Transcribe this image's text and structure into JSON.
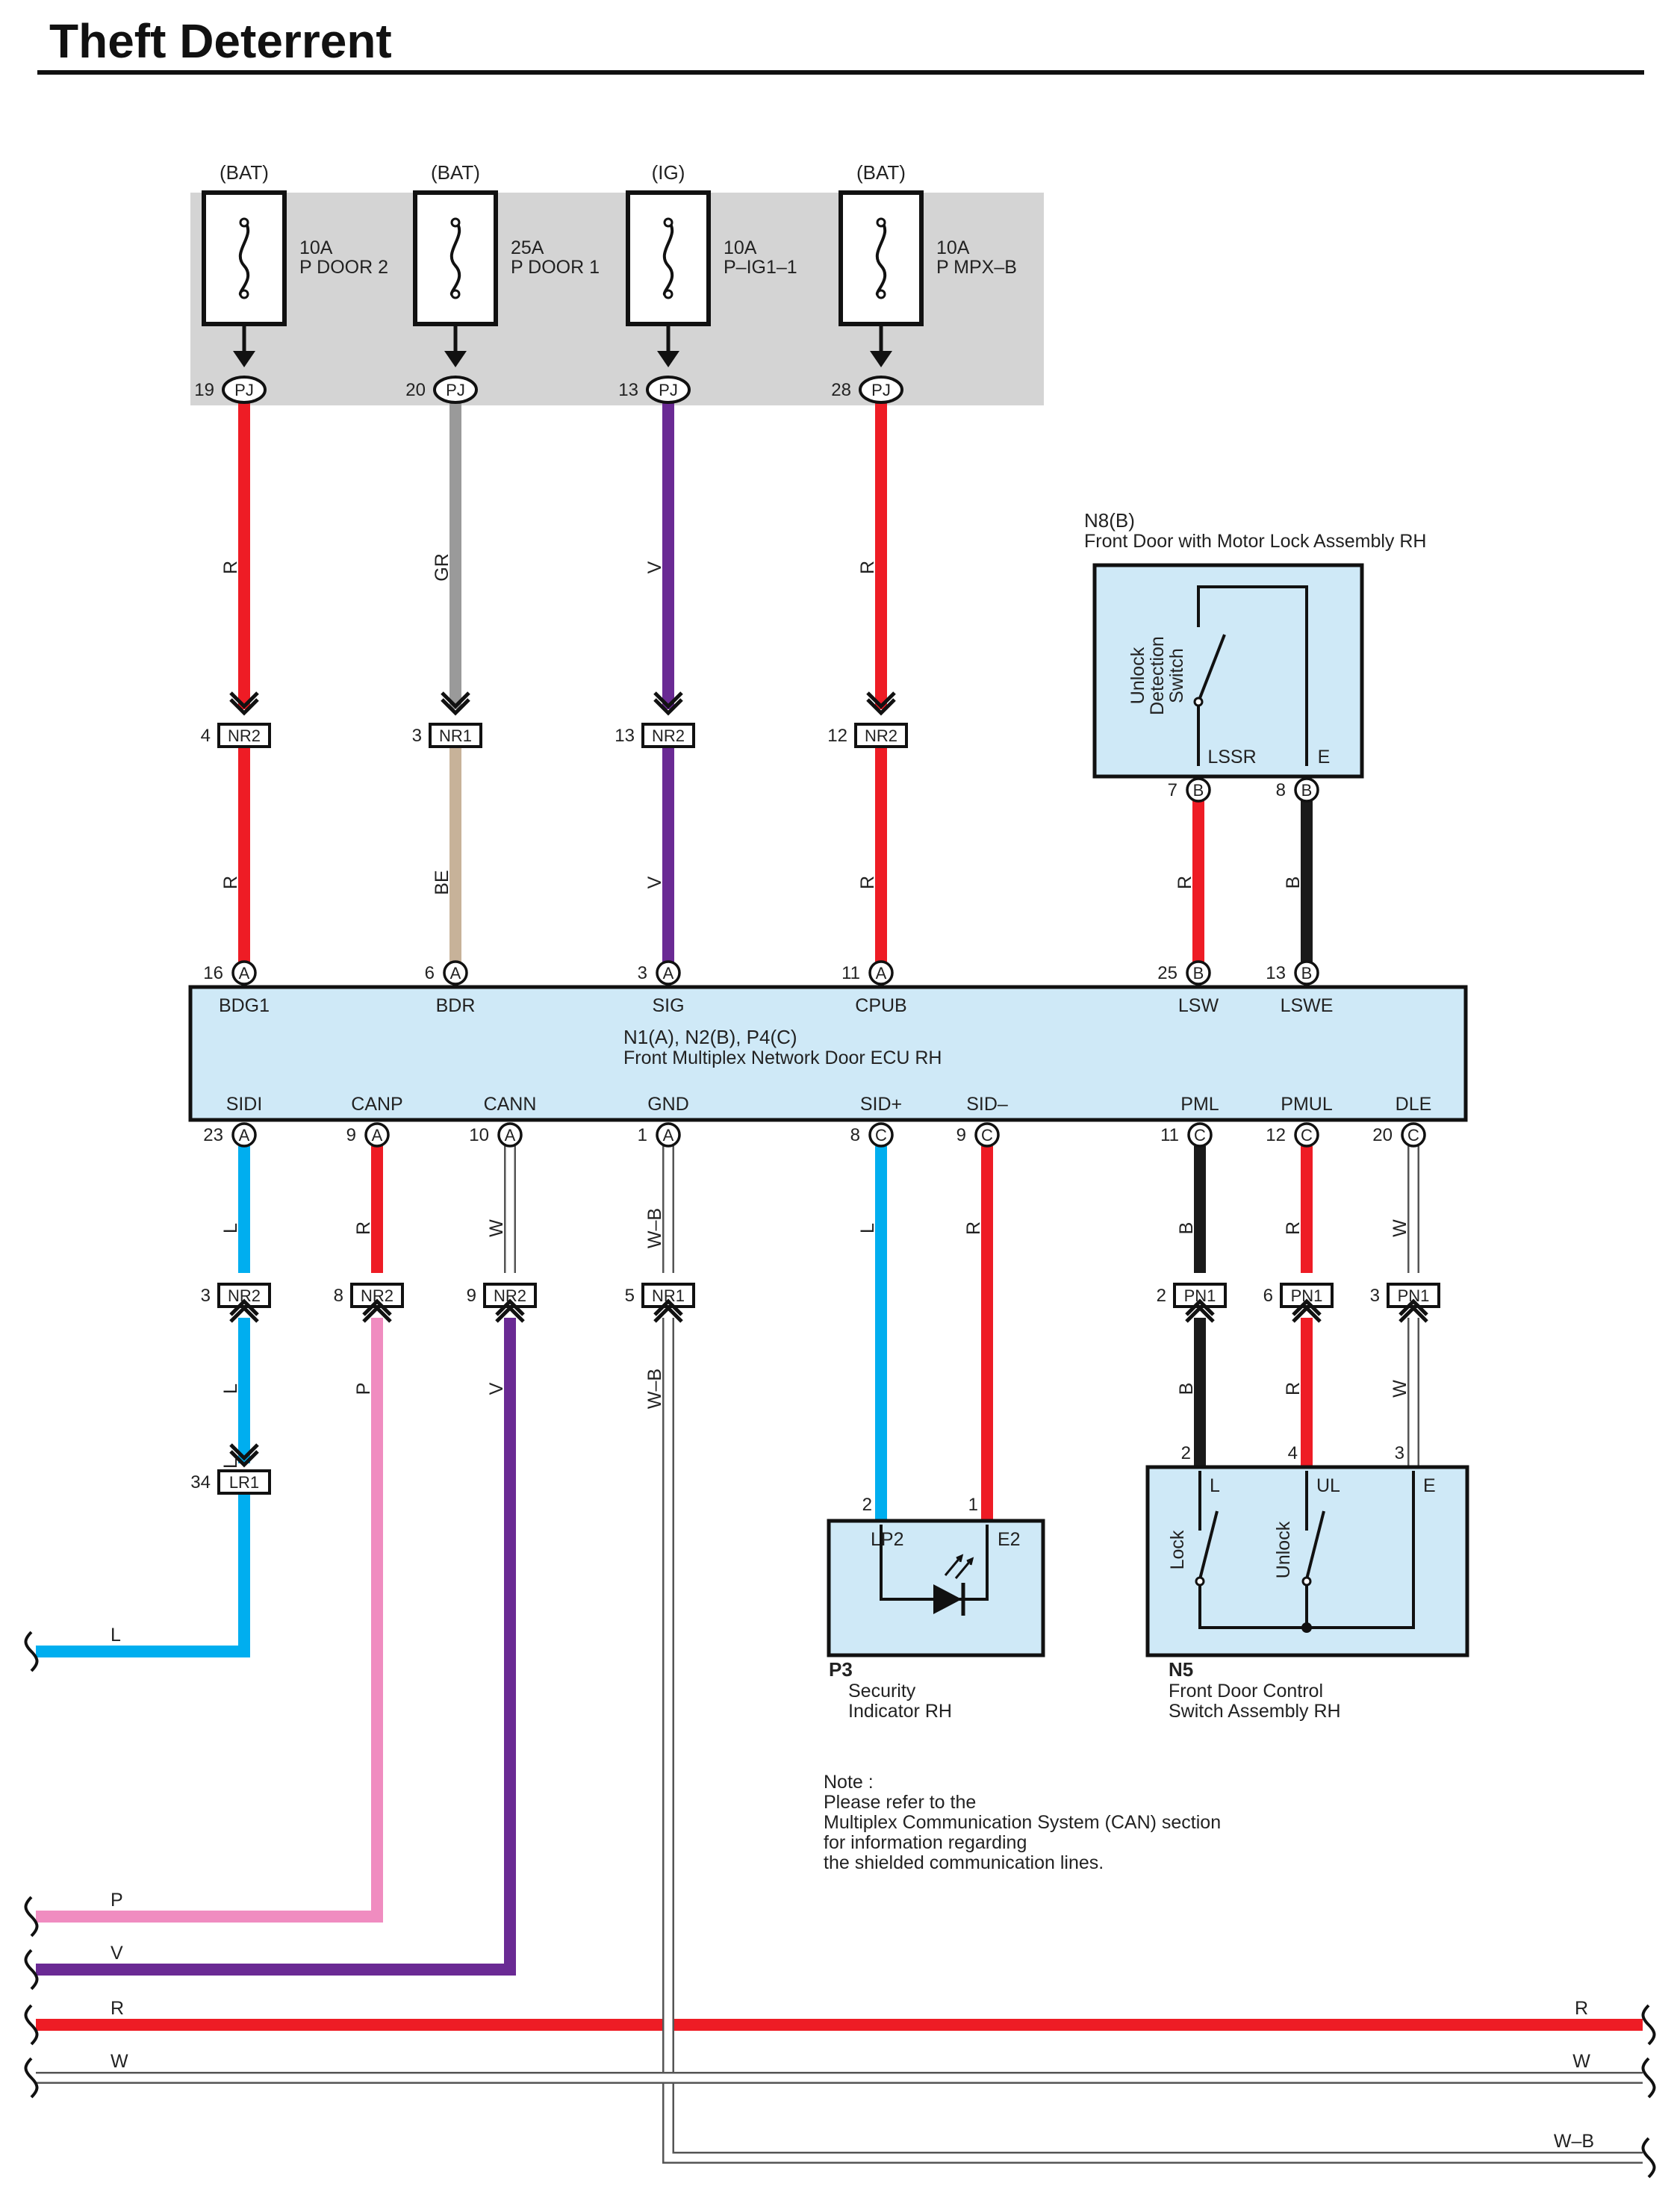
{
  "title": "Theft Deterrent",
  "colors": {
    "R": "#ee1c25",
    "GR": "#9a9a9a",
    "V": "#6a2a94",
    "BE": "#c7b299",
    "L": "#00aeef",
    "P": "#f08cc0",
    "B": "#1a1a1a",
    "W": "#ffffff",
    "W-B": "#ffffff",
    "ecu_fill": "#cfe9f7",
    "fuse_area": "#d4d4d4"
  },
  "fuses": [
    {
      "source": "(BAT)",
      "amp": "10A",
      "name": "P DOOR 2",
      "pin": "19",
      "conn": "PJ"
    },
    {
      "source": "(BAT)",
      "amp": "25A",
      "name": "P DOOR 1",
      "pin": "20",
      "conn": "PJ"
    },
    {
      "source": "(IG)",
      "amp": "10A",
      "name": "P–IG1–1",
      "pin": "13",
      "conn": "PJ"
    },
    {
      "source": "(BAT)",
      "amp": "10A",
      "name": "P MPX–B",
      "pin": "28",
      "conn": "PJ"
    }
  ],
  "upper_wires": [
    {
      "color": "R",
      "label": "R",
      "mid_pin": "4",
      "mid_conn": "NR2",
      "lower_color": "R",
      "lower_label": "R",
      "ecu_pin": "16",
      "ecu_conn": "A",
      "terminal": "BDG1"
    },
    {
      "color": "GR",
      "label": "GR",
      "mid_pin": "3",
      "mid_conn": "NR1",
      "lower_color": "BE",
      "lower_label": "BE",
      "ecu_pin": "6",
      "ecu_conn": "A",
      "terminal": "BDR"
    },
    {
      "color": "V",
      "label": "V",
      "mid_pin": "13",
      "mid_conn": "NR2",
      "lower_color": "V",
      "lower_label": "V",
      "ecu_pin": "3",
      "ecu_conn": "A",
      "terminal": "SIG"
    },
    {
      "color": "R",
      "label": "R",
      "mid_pin": "12",
      "mid_conn": "NR2",
      "lower_color": "R",
      "lower_label": "R",
      "ecu_pin": "11",
      "ecu_conn": "A",
      "terminal": "CPUB"
    }
  ],
  "n8": {
    "code": "N8(B)",
    "name": "Front Door with Motor Lock Assembly RH",
    "switch_label": [
      "Unlock",
      "Detection",
      "Switch"
    ],
    "terminals": [
      "LSSR",
      "E"
    ],
    "pins": [
      {
        "pin": "7",
        "conn": "B",
        "color": "R",
        "label": "R",
        "ecu_pin": "25",
        "ecu_conn": "B",
        "terminal": "LSW"
      },
      {
        "pin": "8",
        "conn": "B",
        "color": "B",
        "label": "B",
        "ecu_pin": "13",
        "ecu_conn": "B",
        "terminal": "LSWE"
      }
    ]
  },
  "ecu": {
    "code": "N1(A), N2(B), P4(C)",
    "name": "Front Multiplex Network Door ECU RH"
  },
  "ecu_bottom": [
    {
      "terminal": "SIDI",
      "pin": "23",
      "conn": "A",
      "color": "L",
      "label": "L",
      "mid_pin": "3",
      "mid_conn": "NR2",
      "lower_color": "L",
      "lower_label": "L"
    },
    {
      "terminal": "CANP",
      "pin": "9",
      "conn": "A",
      "color": "R",
      "label": "R",
      "mid_pin": "8",
      "mid_conn": "NR2",
      "lower_color": "P",
      "lower_label": "P"
    },
    {
      "terminal": "CANN",
      "pin": "10",
      "conn": "A",
      "color": "W",
      "label": "W",
      "mid_pin": "9",
      "mid_conn": "NR2",
      "lower_color": "V",
      "lower_label": "V"
    },
    {
      "terminal": "GND",
      "pin": "1",
      "conn": "A",
      "color": "W-B",
      "label": "W–B",
      "mid_pin": "5",
      "mid_conn": "NR1",
      "lower_color": "W-B",
      "lower_label": "W–B"
    },
    {
      "terminal": "SID+",
      "pin": "8",
      "conn": "C",
      "color": "L",
      "label": "L"
    },
    {
      "terminal": "SID–",
      "pin": "9",
      "conn": "C",
      "color": "R",
      "label": "R"
    },
    {
      "terminal": "PML",
      "pin": "11",
      "conn": "C",
      "color": "B",
      "label": "B",
      "mid_pin": "2",
      "mid_conn": "PN1",
      "lower_color": "B",
      "lower_label": "B"
    },
    {
      "terminal": "PMUL",
      "pin": "12",
      "conn": "C",
      "color": "R",
      "label": "R",
      "mid_pin": "6",
      "mid_conn": "PN1",
      "lower_color": "R",
      "lower_label": "R"
    },
    {
      "terminal": "DLE",
      "pin": "20",
      "conn": "C",
      "color": "W",
      "label": "W",
      "mid_pin": "3",
      "mid_conn": "PN1",
      "lower_color": "W",
      "lower_label": "W"
    }
  ],
  "lr1": {
    "pin": "34",
    "conn": "LR1"
  },
  "p3": {
    "code": "P3",
    "name": [
      "Security",
      "Indicator RH"
    ],
    "terminals": [
      "LP2",
      "E2"
    ],
    "pins": [
      "2",
      "1"
    ]
  },
  "n5": {
    "code": "N5",
    "name": [
      "Front Door Control",
      "Switch Assembly RH"
    ],
    "terminals": [
      "L",
      "UL",
      "E"
    ],
    "pins": [
      "2",
      "4",
      "3"
    ],
    "switches": [
      "Lock",
      "Unlock"
    ]
  },
  "note": [
    "Note :",
    "Please refer to the",
    "Multiplex Communication System (CAN) section",
    "for information regarding",
    "the shielded communication lines."
  ],
  "bus_lines": [
    {
      "color": "L",
      "label": "L"
    },
    {
      "color": "P",
      "label": "P"
    },
    {
      "color": "V",
      "label": "V"
    },
    {
      "color": "R",
      "label": "R",
      "right_label": "R"
    },
    {
      "color": "W",
      "label": "W",
      "right_label": "W"
    },
    {
      "color": "W-B",
      "right_label": "W–B"
    }
  ]
}
